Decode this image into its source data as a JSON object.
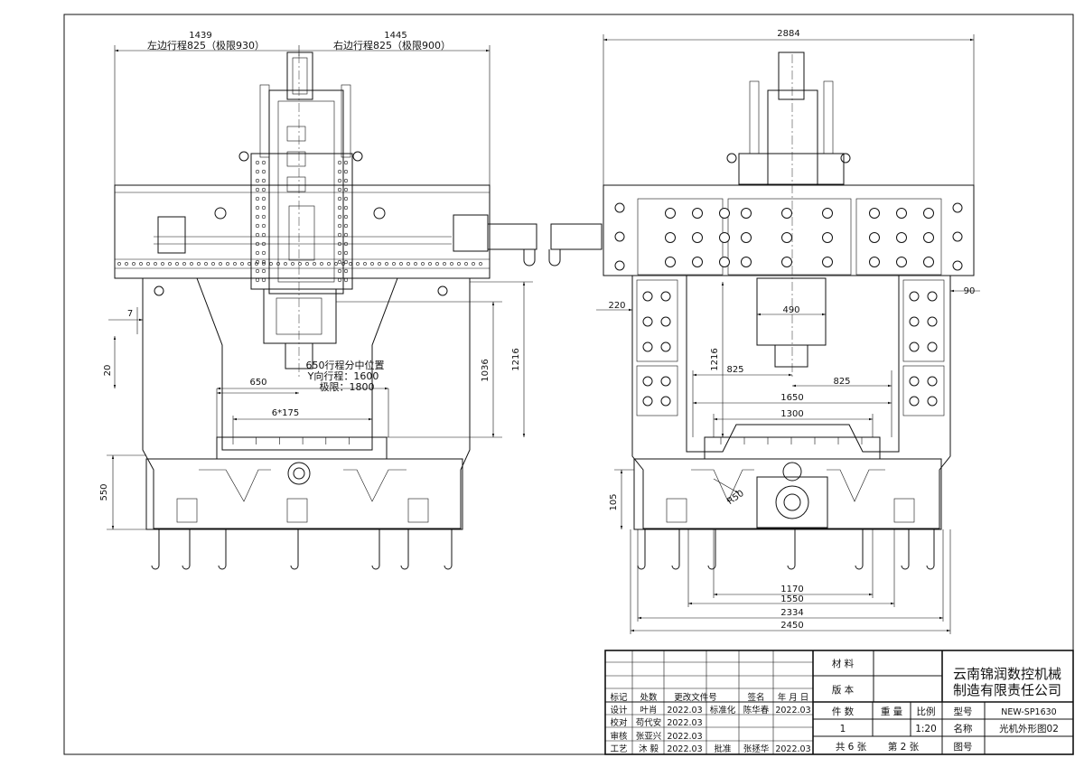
{
  "left_view": {
    "dims": {
      "left_travel_total": "1439",
      "left_travel_label": "左边行程825（极限930）",
      "right_travel_total": "1445",
      "right_travel_label": "右边行程825（极限900）",
      "mid_note": "650行程分中位置",
      "y_travel": "Y向行程：1600",
      "limit": "极限：1800",
      "d650": "650",
      "slot_pitch": "6*175",
      "d7": "7",
      "d20": "20",
      "d1036": "1036",
      "d1216": "1216",
      "d550": "550"
    }
  },
  "right_view": {
    "dims": {
      "width_top": "2884",
      "d220": "220",
      "d90": "90",
      "d490": "490",
      "d1216": "1216",
      "d825_left": "825",
      "d825_right": "825",
      "d1650": "1650",
      "d1300": "1300",
      "r50": "R50",
      "d105": "105",
      "d1170": "1170",
      "d1550": "1550",
      "d2334": "2334",
      "d2450": "2450"
    }
  },
  "title_block": {
    "company_line1": "云南锦润数控机械",
    "company_line2": "制造有限责任公司",
    "material_label": "材 料",
    "version_label": "版 本",
    "count_label": "件 数",
    "weight_label": "重 量",
    "scale_label": "比例",
    "model_label": "型号",
    "model_value": "NEW-SP1630",
    "count_value": "1",
    "scale_value": "1:20",
    "name_label": "名称",
    "name_value": "光机外形图02",
    "sheets_label": "共 6 张",
    "sheet_no_label": "第 2 张",
    "drawing_no_label": "图号",
    "hdr_mark": "标记",
    "hdr_count": "处数",
    "hdr_change_doc": "更改文件号",
    "hdr_sign": "签名",
    "hdr_date": "年 月 日",
    "row_design": "设计",
    "design_name": "叶肖",
    "design_date": "2022.03",
    "row_std": "标准化",
    "std_name": "陈华春",
    "std_date": "2022.03",
    "row_check": "校对",
    "check_name": "苟代安",
    "check_date": "2022.03",
    "row_review": "审核",
    "review_name": "张亚兴",
    "review_date": "2022.03",
    "row_process": "工艺",
    "process_name": "沐 毅",
    "process_date": "2022.03",
    "row_approve": "批准",
    "approve_name": "张拯华",
    "approve_date": "2022.03"
  }
}
